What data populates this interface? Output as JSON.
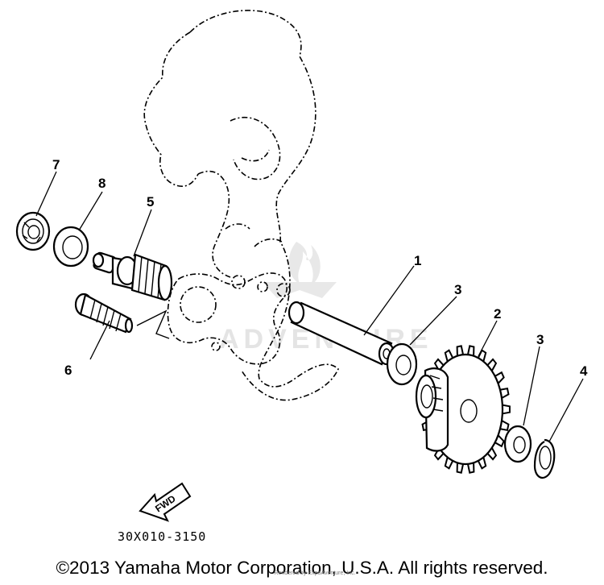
{
  "diagram": {
    "watermark_text": "ADVENTURE",
    "part_code": "30X010-3150",
    "fwd_label": "FWD",
    "callouts": [
      {
        "id": "1",
        "label": "1"
      },
      {
        "id": "2",
        "label": "2"
      },
      {
        "id": "3a",
        "label": "3"
      },
      {
        "id": "3b",
        "label": "3"
      },
      {
        "id": "4",
        "label": "4"
      },
      {
        "id": "5",
        "label": "5"
      },
      {
        "id": "6",
        "label": "6"
      },
      {
        "id": "7",
        "label": "7"
      },
      {
        "id": "8",
        "label": "8"
      }
    ]
  },
  "footer": {
    "copyright": "©2013 Yamaha Motor Corporation, U.S.A. All rights reserved.",
    "rendered_by": "Rendered by ExpoAventure, Inc."
  },
  "colors": {
    "line": "#000000",
    "background": "#ffffff",
    "watermark": "#e4e4e4"
  }
}
